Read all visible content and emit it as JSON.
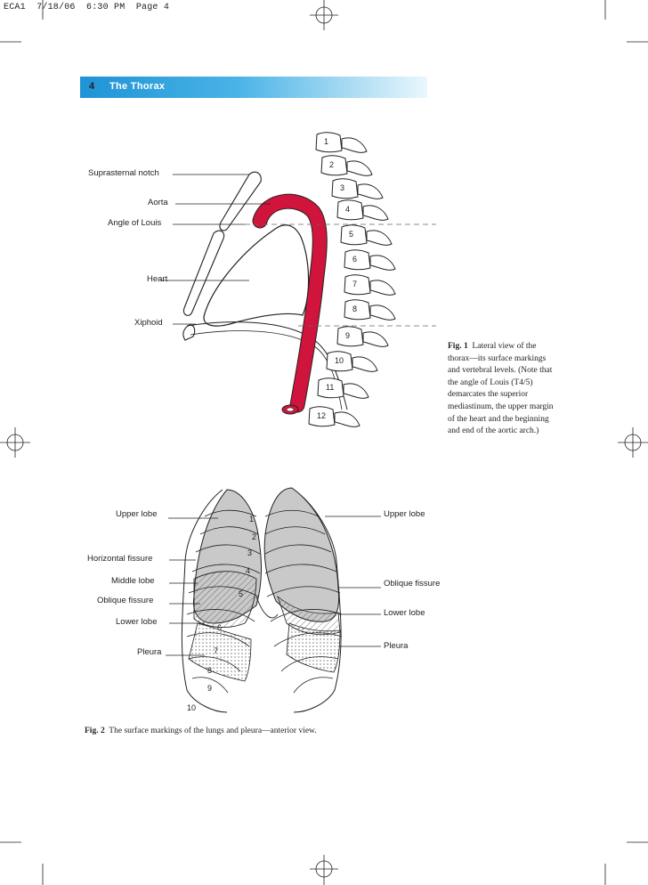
{
  "slug": "ECA1  7/18/06  6:30 PM  Page 4",
  "header": {
    "number": "4",
    "title": "The Thorax"
  },
  "colors": {
    "header_start": "#1f93d6",
    "header_end": "#eaf7fd",
    "aorta": "#d1143b"
  },
  "figure1": {
    "labels": {
      "suprasternal_notch": "Suprasternal notch",
      "aorta": "Aorta",
      "angle_of_louis": "Angle of Louis",
      "heart": "Heart",
      "xiphoid": "Xiphoid"
    },
    "vertebrae": [
      "1",
      "2",
      "3",
      "4",
      "5",
      "6",
      "7",
      "8",
      "9",
      "10",
      "11",
      "12"
    ],
    "caption_label": "Fig. 1",
    "caption_text": "Lateral view of the thorax—its surface markings and vertebral levels. (Note that the angle of Louis (T4/5) demarcates the superior mediastinum, the upper margin of the heart and the beginning and end of the aortic arch.)"
  },
  "figure2": {
    "labels_left": {
      "upper_lobe": "Upper lobe",
      "horizontal_fissure": "Horizontal fissure",
      "middle_lobe": "Middle lobe",
      "oblique_fissure": "Oblique fissure",
      "lower_lobe": "Lower lobe",
      "pleura": "Pleura"
    },
    "labels_right": {
      "upper_lobe": "Upper lobe",
      "oblique_fissure": "Oblique fissure",
      "lower_lobe": "Lower lobe",
      "pleura": "Pleura"
    },
    "ribs": [
      "1",
      "2",
      "3",
      "4",
      "5",
      "6",
      "7",
      "8",
      "9",
      "10"
    ],
    "caption_label": "Fig. 2",
    "caption_text": "The surface markings of the lungs and pleura—anterior view."
  }
}
